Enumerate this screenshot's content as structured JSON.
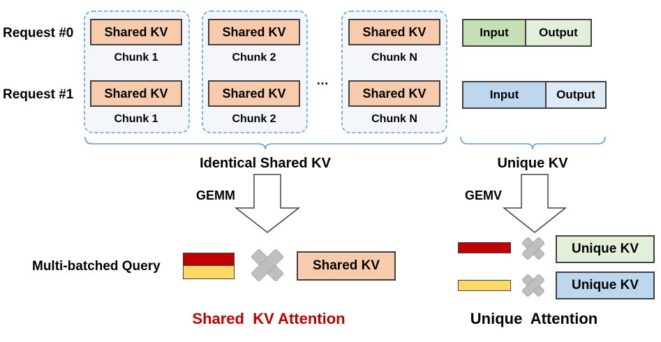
{
  "requests": [
    {
      "label": "Request #0",
      "chunks": [
        "Chunk 1",
        "Chunk 2",
        "Chunk N"
      ],
      "input": "Input",
      "output": "Output"
    },
    {
      "label": "Request #1",
      "chunks": [
        "Chunk 1",
        "Chunk 2",
        "Chunk N"
      ],
      "input": "Input",
      "output": "Output"
    }
  ],
  "shared_kv_label": "Shared KV",
  "ellipsis": "…",
  "identical_label": "Identical Shared KV",
  "unique_kv_label": "Unique KV",
  "gemm": "GEMM",
  "gemv": "GEMV",
  "multi_batched_query": "Multi-batched Query",
  "shared_attention_title": "Shared  KV Attention",
  "unique_attention_title": "Unique  Attention",
  "colors": {
    "shared_kv": "#f8cbad",
    "req0_input": "#c5e0b4",
    "req0_output": "#e2f0d9",
    "req1_input": "#bdd7ee",
    "req1_output": "#deebf7",
    "dashed_border": "#5b9bd5",
    "chunk_bg": "#f3f6fa",
    "brace": "#5b9bd5",
    "query_red": "#c00000",
    "query_yellow": "#ffd966",
    "title_red": "#c00000",
    "cross": "#bfbfbf"
  }
}
